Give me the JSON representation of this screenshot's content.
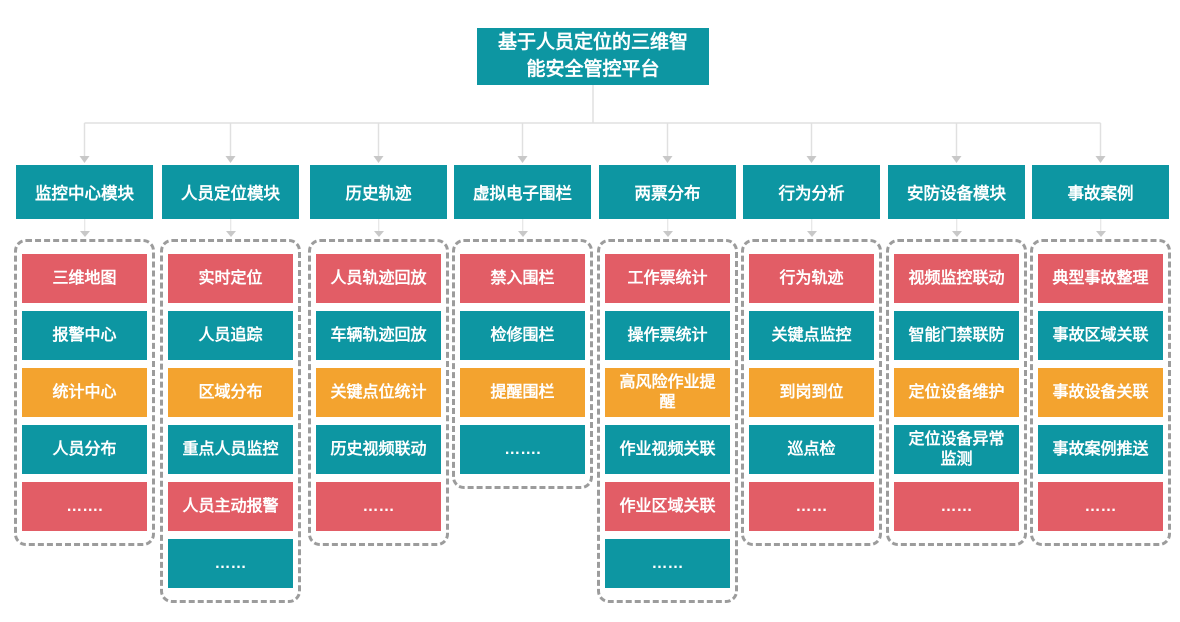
{
  "root": {
    "title": "基于人员定位的三维智\n能安全管控平台"
  },
  "colors": {
    "teal": "#0d96a2",
    "red": "#e25d66",
    "orange": "#f3a32f",
    "connector_line": "#e0e0e0",
    "connector_arrow": "#c8c8c8",
    "dashed_border": "#9c9c9c"
  },
  "columns": [
    {
      "header": "监控中心模块",
      "items": [
        {
          "label": "三维地图",
          "color": "red"
        },
        {
          "label": "报警中心",
          "color": "teal"
        },
        {
          "label": "统计中心",
          "color": "orange"
        },
        {
          "label": "人员分布",
          "color": "teal"
        },
        {
          "label": "…….",
          "color": "red"
        }
      ]
    },
    {
      "header": "人员定位模块",
      "items": [
        {
          "label": "实时定位",
          "color": "red"
        },
        {
          "label": "人员追踪",
          "color": "teal"
        },
        {
          "label": "区域分布",
          "color": "orange"
        },
        {
          "label": "重点人员监控",
          "color": "teal"
        },
        {
          "label": "人员主动报警",
          "color": "red"
        },
        {
          "label": "……",
          "color": "teal"
        }
      ]
    },
    {
      "header": "历史轨迹",
      "items": [
        {
          "label": "人员轨迹回放",
          "color": "red"
        },
        {
          "label": "车辆轨迹回放",
          "color": "teal"
        },
        {
          "label": "关键点位统计",
          "color": "orange"
        },
        {
          "label": "历史视频联动",
          "color": "teal"
        },
        {
          "label": "……",
          "color": "red"
        }
      ]
    },
    {
      "header": "虚拟电子围栏",
      "items": [
        {
          "label": "禁入围栏",
          "color": "red"
        },
        {
          "label": "检修围栏",
          "color": "teal"
        },
        {
          "label": "提醒围栏",
          "color": "orange"
        },
        {
          "label": "…….",
          "color": "teal"
        }
      ]
    },
    {
      "header": "两票分布",
      "items": [
        {
          "label": "工作票统计",
          "color": "red"
        },
        {
          "label": "操作票统计",
          "color": "teal"
        },
        {
          "label": "高风险作业提\n醒",
          "color": "orange"
        },
        {
          "label": "作业视频关联",
          "color": "teal"
        },
        {
          "label": "作业区域关联",
          "color": "red"
        },
        {
          "label": "……",
          "color": "teal"
        }
      ]
    },
    {
      "header": "行为分析",
      "items": [
        {
          "label": "行为轨迹",
          "color": "red"
        },
        {
          "label": "关键点监控",
          "color": "teal"
        },
        {
          "label": "到岗到位",
          "color": "orange"
        },
        {
          "label": "巡点检",
          "color": "teal"
        },
        {
          "label": "……",
          "color": "red"
        }
      ]
    },
    {
      "header": "安防设备模块",
      "items": [
        {
          "label": "视频监控联动",
          "color": "red"
        },
        {
          "label": "智能门禁联防",
          "color": "teal"
        },
        {
          "label": "定位设备维护",
          "color": "orange"
        },
        {
          "label": "定位设备异常\n监测",
          "color": "teal"
        },
        {
          "label": "……",
          "color": "red"
        }
      ]
    },
    {
      "header": "事故案例",
      "items": [
        {
          "label": "典型事故整理",
          "color": "red"
        },
        {
          "label": "事故区域关联",
          "color": "teal"
        },
        {
          "label": "事故设备关联",
          "color": "orange"
        },
        {
          "label": "事故案例推送",
          "color": "teal"
        },
        {
          "label": "……",
          "color": "red"
        }
      ]
    }
  ]
}
